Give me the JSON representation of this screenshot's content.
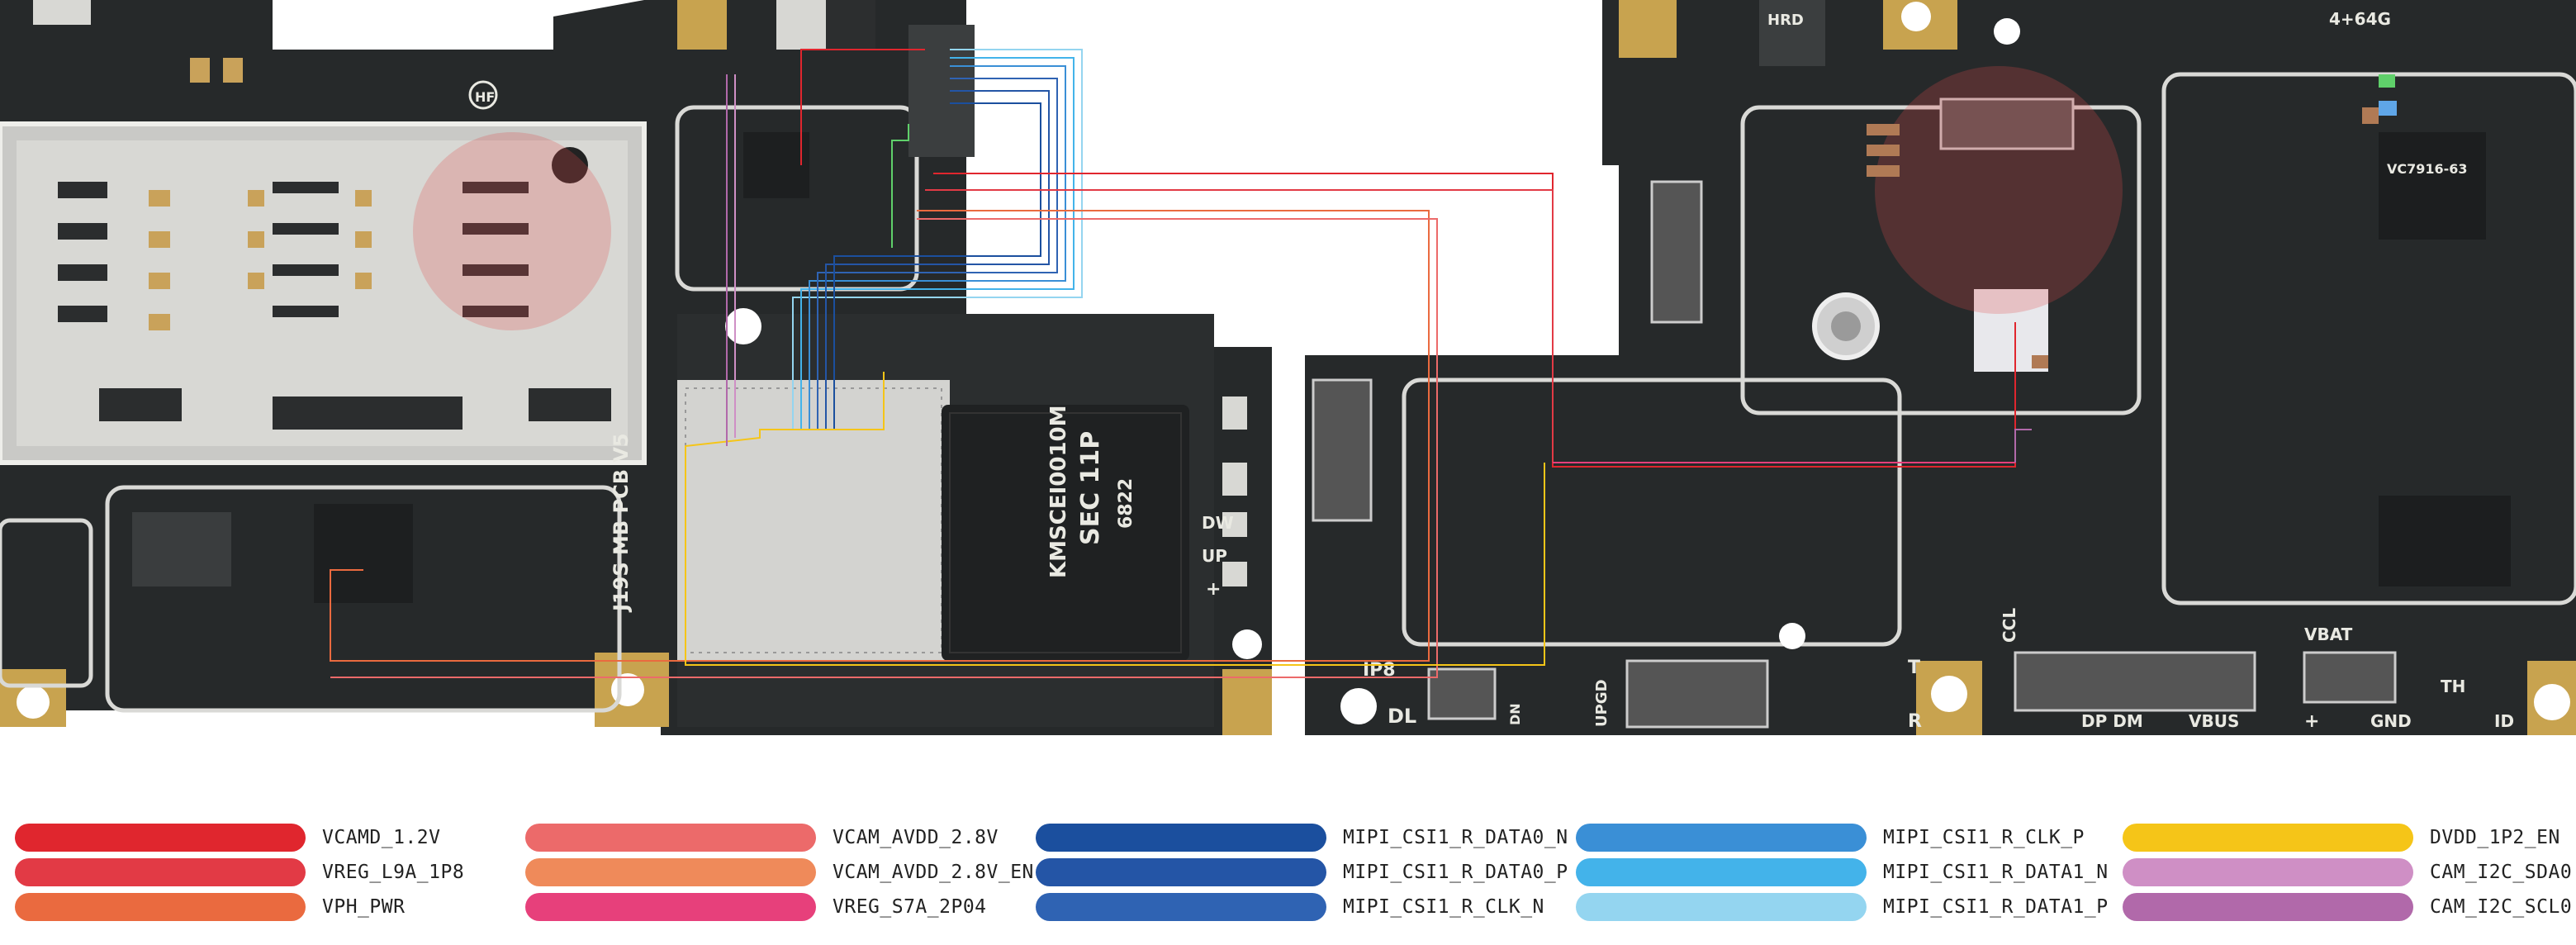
{
  "board_labels": {
    "left_code": "J19S MB PCB V5",
    "chip_text_1": "SEC 11P",
    "chip_text_2": "KMSCEI0010M",
    "chip_text_3": "6822",
    "hf": "HF",
    "dw": "DW",
    "up": "UP",
    "plus": "+",
    "ip8": "IP8",
    "dl": "DL",
    "dn": "DN",
    "upgd": "UPGD",
    "t": "T",
    "r": "R",
    "ccl": "CCL",
    "vbat": "VBAT",
    "th": "TH",
    "gnd": "GND",
    "id": "ID",
    "vbus": "VBUS",
    "dpdm": "DP DM",
    "plus2": "+",
    "mem4": "4+64G",
    "ic_top": "VC7916-63",
    "hrd": "HRD"
  },
  "legend": [
    {
      "label": "VCAMD_1.2V",
      "color": "#e0262e"
    },
    {
      "label": "VREG_L9A_1P8",
      "color": "#e23a45"
    },
    {
      "label": "VPH_PWR",
      "color": "#ea6a3f"
    },
    {
      "label": "VCAM_AVDD_2.8V",
      "color": "#ec6a6a"
    },
    {
      "label": "VCAM_AVDD_2.8V_EN",
      "color": "#ef8a5a"
    },
    {
      "label": "VREG_S7A_2P04",
      "color": "#e7407b"
    },
    {
      "label": "MIPI_CSI1_R_DATA0_N",
      "color": "#1b4f9e"
    },
    {
      "label": "MIPI_CSI1_R_DATA0_P",
      "color": "#2455a6"
    },
    {
      "label": "MIPI_CSI1_R_CLK_N",
      "color": "#2f63b3"
    },
    {
      "label": "MIPI_CSI1_R_CLK_P",
      "color": "#3a8fd6"
    },
    {
      "label": "MIPI_CSI1_R_DATA1_N",
      "color": "#43b3ea"
    },
    {
      "label": "MIPI_CSI1_R_DATA1_P",
      "color": "#94d5f0"
    },
    {
      "label": "DVDD_1P2_EN",
      "color": "#f5c518"
    },
    {
      "label": "CAM_I2C_SDA0",
      "color": "#cf8fc5"
    },
    {
      "label": "CAM_I2C_SCL0",
      "color": "#b169aa"
    }
  ]
}
